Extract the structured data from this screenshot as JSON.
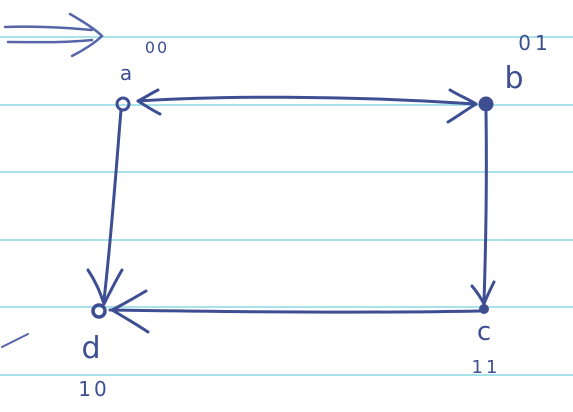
{
  "nodes": [
    {
      "id": "a",
      "label": "a",
      "value": "00"
    },
    {
      "id": "b",
      "label": "b",
      "value": "01"
    },
    {
      "id": "c",
      "label": "c",
      "value": "11"
    },
    {
      "id": "d",
      "label": "d",
      "value": "10"
    }
  ],
  "edges": [
    {
      "from": "a",
      "to": "b",
      "direction": "both"
    },
    {
      "from": "b",
      "to": "c",
      "direction": "forward"
    },
    {
      "from": "c",
      "to": "d",
      "direction": "forward"
    },
    {
      "from": "a",
      "to": "d",
      "direction": "forward"
    }
  ],
  "colors": {
    "ink": "#3d4f92",
    "ink_light": "#5565a8",
    "rule_line": "#a9e2e8",
    "paper": "#ffffff"
  },
  "icons": {
    "header_mark": "double-arrow-icon"
  }
}
